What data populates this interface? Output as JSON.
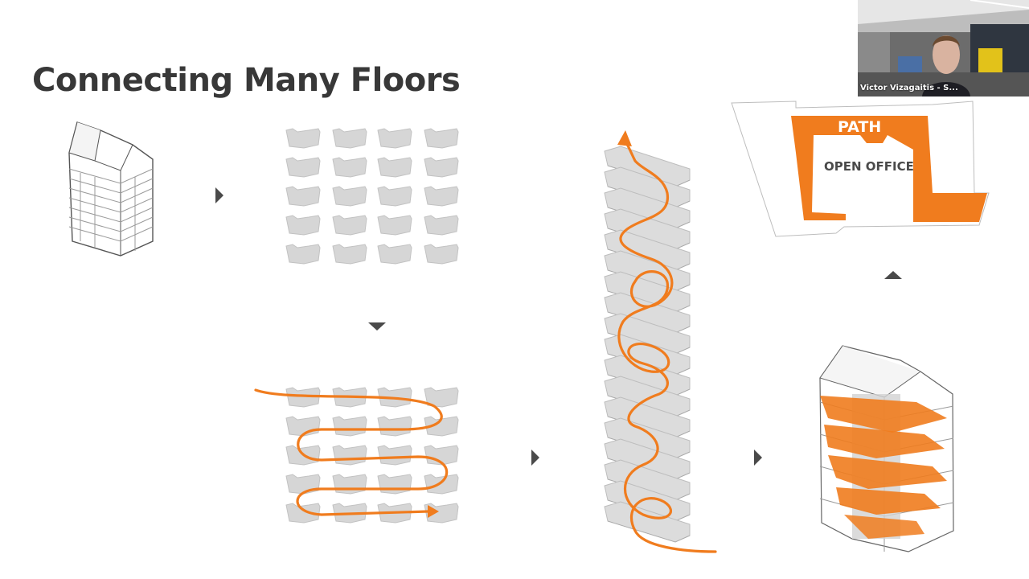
{
  "slide": {
    "title": "Connecting Many Floors",
    "plan": {
      "path_label": "PATH",
      "open_office_label": "OPEN OFFICE"
    }
  },
  "video": {
    "participant_name": "Victor Vizagaitis - S..."
  },
  "colors": {
    "accent_orange": "#f07c1e",
    "plate_gray": "#d6d6d6",
    "title_gray": "#383838",
    "arrow_gray": "#4a4a4a"
  },
  "icons": [
    "play-arrow-icon",
    "down-arrow-icon",
    "up-arrow-icon"
  ]
}
